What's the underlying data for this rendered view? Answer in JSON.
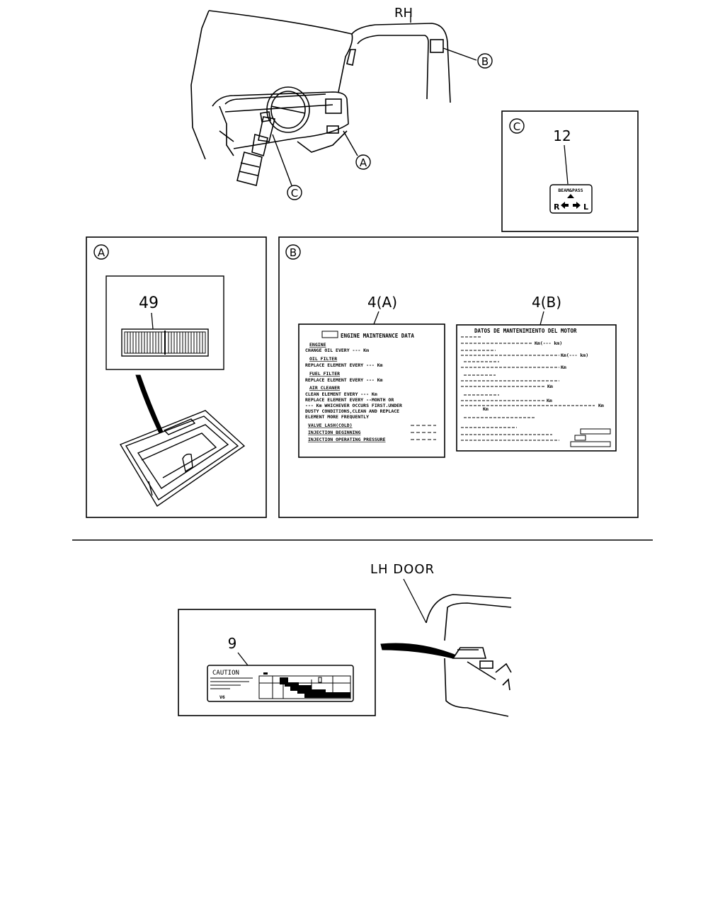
{
  "top_view": {
    "rh_label": "RH",
    "callout_a": "A",
    "callout_b": "B",
    "callout_c": "C"
  },
  "panel_c": {
    "tag": "C",
    "part_number": "12",
    "label_title": "BEAM&PASS",
    "label_left": "R",
    "label_right": "L"
  },
  "panel_a": {
    "tag": "A",
    "part_number": "49"
  },
  "panel_b": {
    "tag": "B",
    "part_a_number": "4(A)",
    "part_b_number": "4(B)",
    "label_a": {
      "title": "ENGINE MAINTENANCE DATA",
      "lines": [
        "ENGINE",
        "CHANGE OIL EVERY --- Km",
        "OIL FILTER",
        "REPLACE ELEMENT EVERY --- Km",
        "FUEL FILTER",
        "REPLACE ELEMENT EVERY --- Km",
        "AIR CLEANER",
        "CLEAN ELEMENT EVERY --- Km",
        "REPLACE ELEMENT EVERY --MONTH OR",
        "--- Km WHICHEVER OCCURS FIRST.UNDER",
        "DUSTY CONDITIONS,CLEAN AND REPLACE",
        "ELEMENT MORE FREQUENTLY",
        "VALVE LASH(COLD)",
        "INJECTION BEGINNING",
        "INJECTION OPERATING PRESSURE"
      ]
    },
    "label_b": {
      "title": "DATOS DE MANTENIMIENTO DEL MOTOR",
      "km_marks": [
        "Km(--- km)",
        "Km(--- km)",
        "Km",
        "Km",
        "Km",
        "Km",
        "Km"
      ]
    }
  },
  "bottom_view": {
    "lh_door_label": "LH DOOR",
    "part_number": "9",
    "caution_title": "CAUTION",
    "caution_footer": "V6"
  }
}
